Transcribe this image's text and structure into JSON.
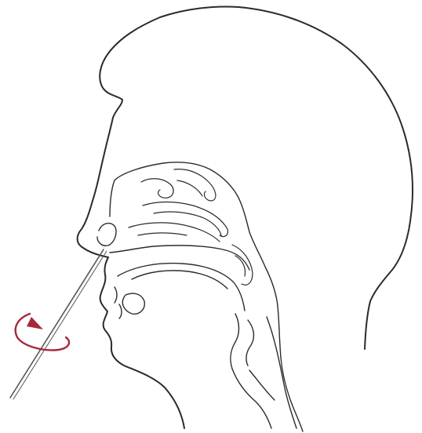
{
  "colors": {
    "background": "#ffffff",
    "outline": "#2b2b2b",
    "swab_stick": "#555555",
    "rotation_arrow": "#a8283a"
  },
  "icons": {
    "head_outline": "head-profile-outline",
    "nasal_cavity": "nasal-turbinates",
    "throat": "oropharynx",
    "swab": "nasal-swab",
    "rotation": "rotate-arrow-icon"
  }
}
